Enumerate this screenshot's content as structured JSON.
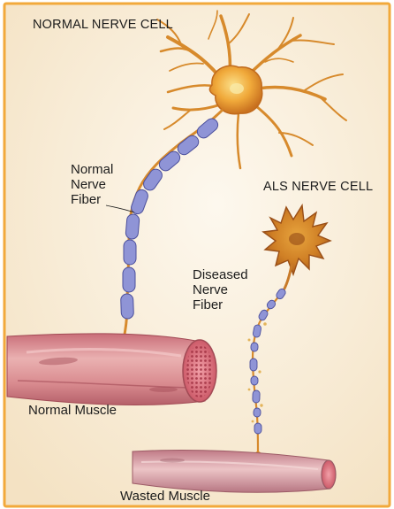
{
  "labels": {
    "normal_nerve_cell": "NORMAL NERVE CELL",
    "normal_nerve_fiber": [
      "Normal",
      "Nerve",
      "Fiber"
    ],
    "als_nerve_cell": "ALS NERVE CELL",
    "diseased_nerve_fiber": [
      "Diseased",
      "Nerve",
      "Fiber"
    ],
    "normal_muscle": "Normal Muscle",
    "wasted_muscle": "Wasted Muscle"
  },
  "colors": {
    "border": "#f2a93b",
    "background": "#fbf3e3",
    "neuron": "#d98a2a",
    "neuron_highlight": "#f7c45a",
    "myelin": "#8f94d6",
    "muscle": "#d98b8b",
    "muscle_dark": "#b65f66"
  }
}
